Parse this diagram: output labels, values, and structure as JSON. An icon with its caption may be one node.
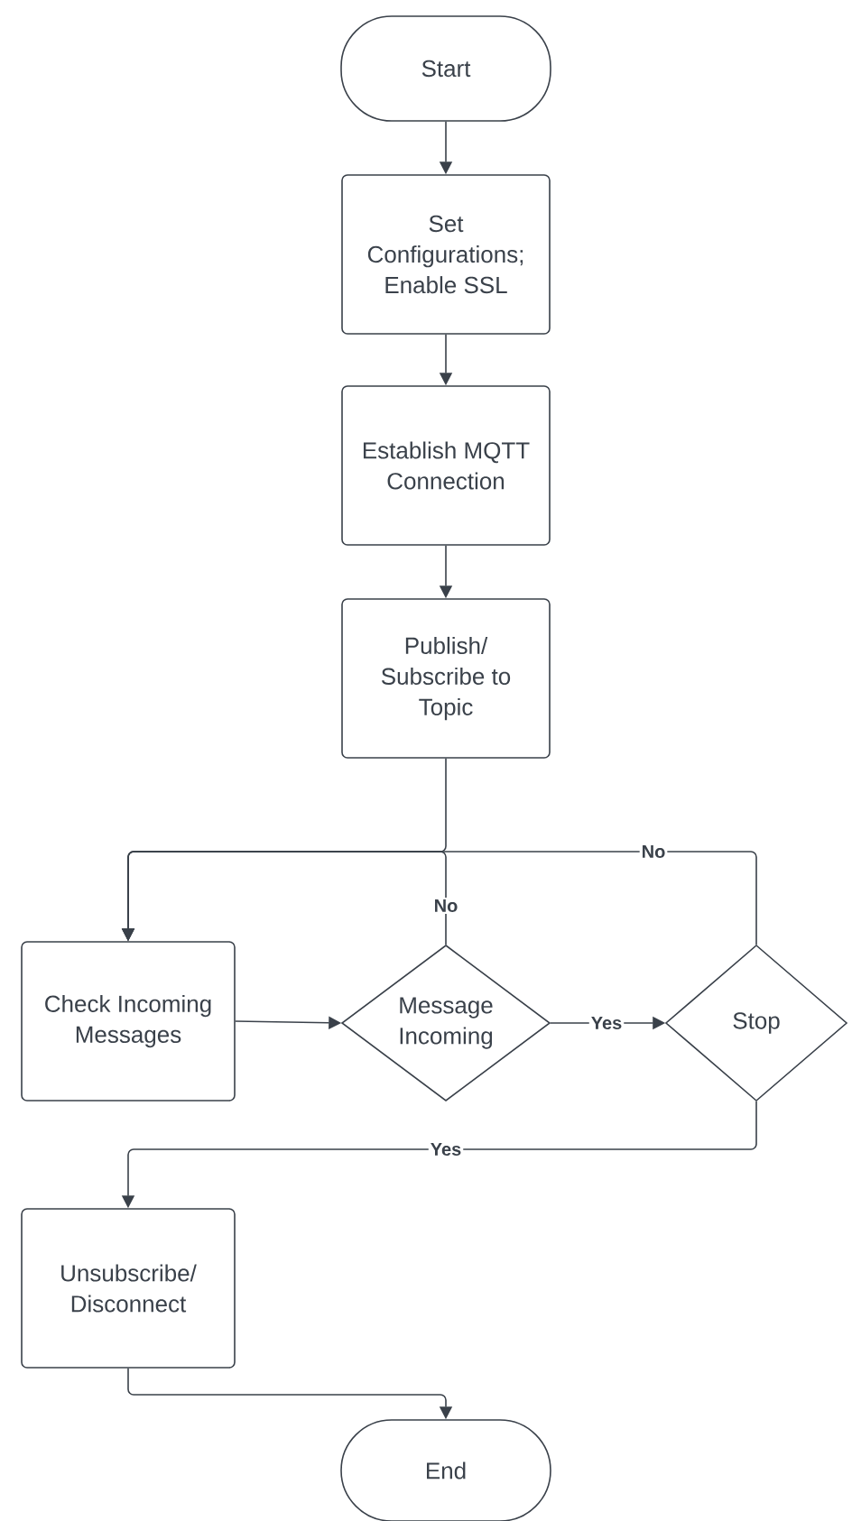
{
  "diagram": {
    "nodes": [
      {
        "text": [
          "Start"
        ]
      },
      {
        "text": [
          "Set Configurations; Enable SSL"
        ]
      },
      {
        "text": [
          "Establish MQTT Connection"
        ]
      },
      {
        "text": [
          "Publish/ Subscribe to Topic"
        ]
      },
      {
        "text": [
          "Check Incoming Messages"
        ]
      },
      {
        "text": [
          "Message Incoming"
        ]
      },
      {
        "text": [
          "Stop"
        ]
      },
      {
        "text": [
          "Unsubscribe/ Disconnect"
        ]
      },
      {
        "text": [
          "End"
        ]
      }
    ],
    "edges": [
      {
        "from": 0,
        "to": 1,
        "arrow": "to"
      },
      {
        "from": 1,
        "to": 2,
        "arrow": "to"
      },
      {
        "from": 2,
        "to": 3,
        "arrow": "to"
      },
      {
        "from": 3,
        "to": 4,
        "arrow": "to"
      },
      {
        "from": 4,
        "to": 5,
        "arrow": "to"
      },
      {
        "from": 5,
        "to": 6,
        "arrow": "to",
        "label": "Yes"
      },
      {
        "from": 5,
        "to": 4,
        "arrow": "to",
        "label": "No"
      },
      {
        "from": 6,
        "to": 4,
        "arrow": "to",
        "label": "No"
      },
      {
        "from": 6,
        "to": 7,
        "arrow": "to",
        "label": "Yes"
      },
      {
        "from": 7,
        "to": 8,
        "arrow": "to"
      }
    ]
  }
}
